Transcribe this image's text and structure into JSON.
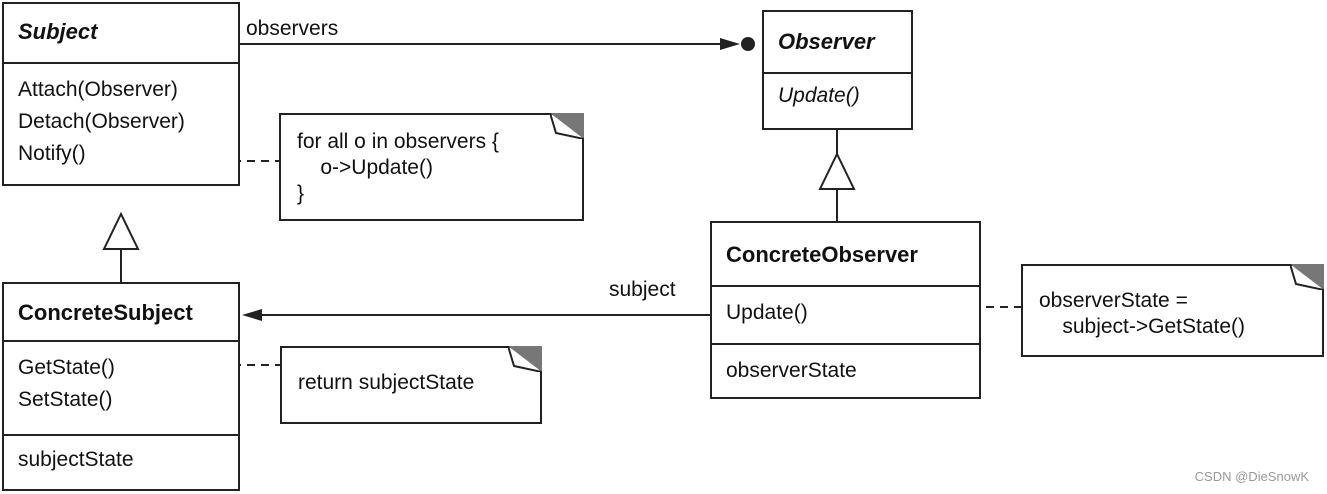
{
  "subject": {
    "name": "Subject",
    "ops": [
      "Attach(Observer)",
      "Detach(Observer)",
      "Notify()"
    ]
  },
  "observer": {
    "name": "Observer",
    "ops": [
      "Update()"
    ]
  },
  "concrete_subject": {
    "name": "ConcreteSubject",
    "ops": [
      "GetState()",
      "SetState()"
    ],
    "attrs": [
      "subjectState"
    ]
  },
  "concrete_observer": {
    "name": "ConcreteObserver",
    "ops": [
      "Update()"
    ],
    "attrs": [
      "observerState"
    ]
  },
  "notes": {
    "notify": [
      "for all o in observers {",
      "    o->Update()",
      "}"
    ],
    "getstate": [
      "return subjectState"
    ],
    "update": [
      "observerState =",
      "    subject->GetState()"
    ]
  },
  "associations": {
    "observers_label": "observers",
    "subject_label": "subject"
  },
  "watermark": "CSDN @DieSnowK"
}
